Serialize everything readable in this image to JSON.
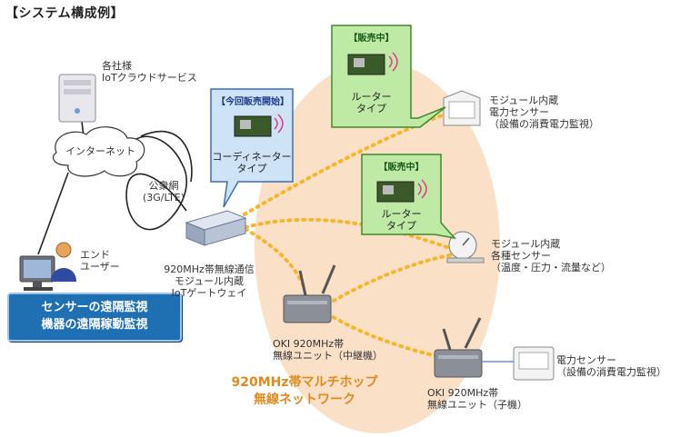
{
  "title": "【システム構成例】",
  "cloud": {
    "label_line1": "各社様",
    "label_line2": "IoTクラウドサービス"
  },
  "internet": {
    "label": "インターネット"
  },
  "public_net": {
    "label_line1": "公衆網",
    "label_line2": "(3G/LTE)"
  },
  "end_user": {
    "label_line1": "エンド",
    "label_line2": "ユーザー"
  },
  "end_user_box": {
    "line1": "センサーの遠隔監視",
    "line2": "機器の遠隔稼動監視"
  },
  "gateway": {
    "line1": "920MHz帯無線通信",
    "line2": "モジュール内蔵",
    "line3": "IoTゲートウェイ"
  },
  "coordinator_callout": {
    "badge": "【今回販売開始】",
    "line1": "コーディネーター",
    "line2": "タイプ"
  },
  "router_callout_top": {
    "badge": "【販売中】",
    "line1": "ルーター",
    "line2": "タイプ"
  },
  "router_callout_mid": {
    "badge": "【販売中】",
    "line1": "ルーター",
    "line2": "タイプ"
  },
  "sensor_power_module": {
    "line1": "モジュール内蔵",
    "line2": "電力センサー",
    "line3": "（設備の消費電力監視）"
  },
  "sensor_various": {
    "line1": "モジュール内蔵",
    "line2": "各種センサー",
    "line3": "（温度・圧力・流量など）"
  },
  "relay_unit": {
    "line1": "OKI 920MHz帯",
    "line2": "無線ユニット（中継機）"
  },
  "child_unit": {
    "line1": "OKI 920MHz帯",
    "line2": "無線ユニット（子機）"
  },
  "power_sensor": {
    "line1": "電力センサー",
    "line2": "（設備の消費電力監視）"
  },
  "mesh": {
    "line1": "920MHz帯マルチホップ",
    "line2": "無線ネットワーク"
  },
  "colors": {
    "mesh_bg": "#fbe0c8",
    "link": "#f2b72c",
    "blue_box": "#1f6fb3",
    "callout_blue": "#cfe3f7",
    "callout_green": "#bfeaa6",
    "mesh_title": "#e08a1e"
  }
}
